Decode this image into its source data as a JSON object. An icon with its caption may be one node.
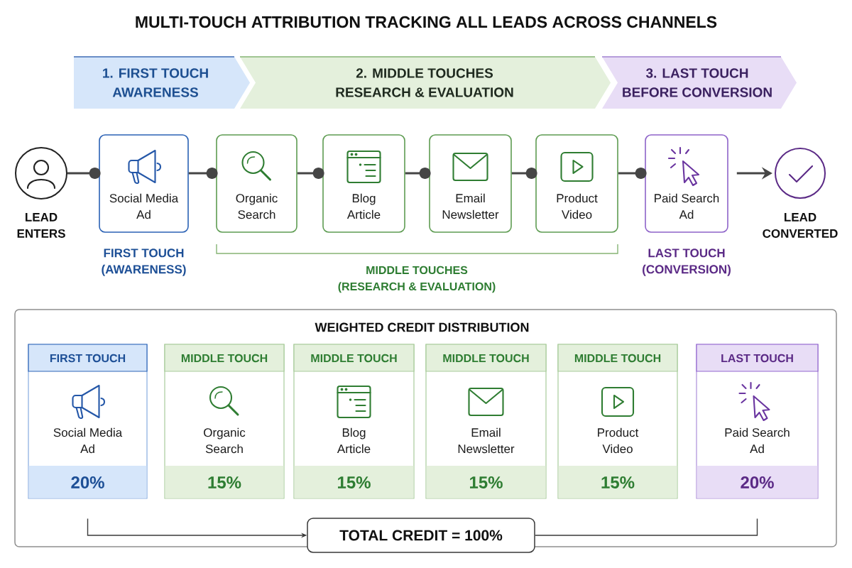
{
  "diagram": {
    "title": "MULTI-TOUCH ATTRIBUTION TRACKING ALL LEADS ACROSS CHANNELS",
    "nodes": [
      {
        "text": [
          "1. FIRST TOUCH",
          "AWARENESS"
        ]
      },
      {
        "text": [
          "2. MIDDLE TOUCHES",
          "RESEARCH & EVALUATION"
        ]
      },
      {
        "text": [
          "3. LAST TOUCH",
          "BEFORE CONVERSION"
        ]
      },
      {
        "text": [],
        "shape": "circle",
        "beside": [
          "LEAD ENTERS"
        ]
      },
      {
        "text": [
          "Social Media Ad"
        ],
        "beside": [
          "FIRST TOUCH (AWARENESS)"
        ]
      },
      {
        "text": [
          "Organic Search"
        ]
      },
      {
        "text": [
          "Blog Article"
        ]
      },
      {
        "text": [
          "Email Newsletter"
        ]
      },
      {
        "text": [
          "Product Video"
        ]
      },
      {
        "text": [
          "Paid Search Ad"
        ],
        "beside": [
          "LAST TOUCH (CONVERSION)"
        ]
      },
      {
        "text": [],
        "shape": "circle",
        "beside": [
          "LEAD CONVERTED"
        ]
      },
      {
        "text": [
          "WEIGHTED CREDIT DISTRIBUTION"
        ]
      },
      {
        "text": [
          "FIRST TOUCH",
          "Social Media Ad",
          "20%"
        ],
        "in": 11
      },
      {
        "text": [
          "MIDDLE TOUCH",
          "Organic Search",
          "15%"
        ],
        "in": 11
      },
      {
        "text": [
          "MIDDLE TOUCH",
          "Blog Article",
          "15%"
        ],
        "in": 11
      },
      {
        "text": [
          "MIDDLE TOUCH",
          "Email Newsletter",
          "15%"
        ],
        "in": 11
      },
      {
        "text": [
          "MIDDLE TOUCH",
          "Product Video",
          "15%"
        ],
        "in": 11
      },
      {
        "text": [
          "LAST TOUCH",
          "Paid Search Ad",
          "20%"
        ],
        "in": 11
      },
      {
        "text": [
          "TOTAL CREDIT = 100%"
        ]
      }
    ],
    "edges": [
      {
        "from": 3,
        "to": 4,
        "arrow": "other"
      },
      {
        "from": 4,
        "to": 5,
        "arrow": "other"
      },
      {
        "from": 5,
        "to": 6,
        "arrow": "other"
      },
      {
        "from": 6,
        "to": 7,
        "arrow": "other"
      },
      {
        "from": 7,
        "to": 8,
        "arrow": "other"
      },
      {
        "from": 8,
        "to": 9,
        "arrow": "other"
      },
      {
        "from": 9,
        "to": 10,
        "arrow": "to"
      },
      {
        "from": 12,
        "to": 18,
        "arrow": "to"
      },
      {
        "from": 17,
        "to": 18,
        "arrow": "none"
      }
    ],
    "labels": [
      "MIDDLE TOUCHES (RESEARCH & EVALUATION)"
    ]
  }
}
